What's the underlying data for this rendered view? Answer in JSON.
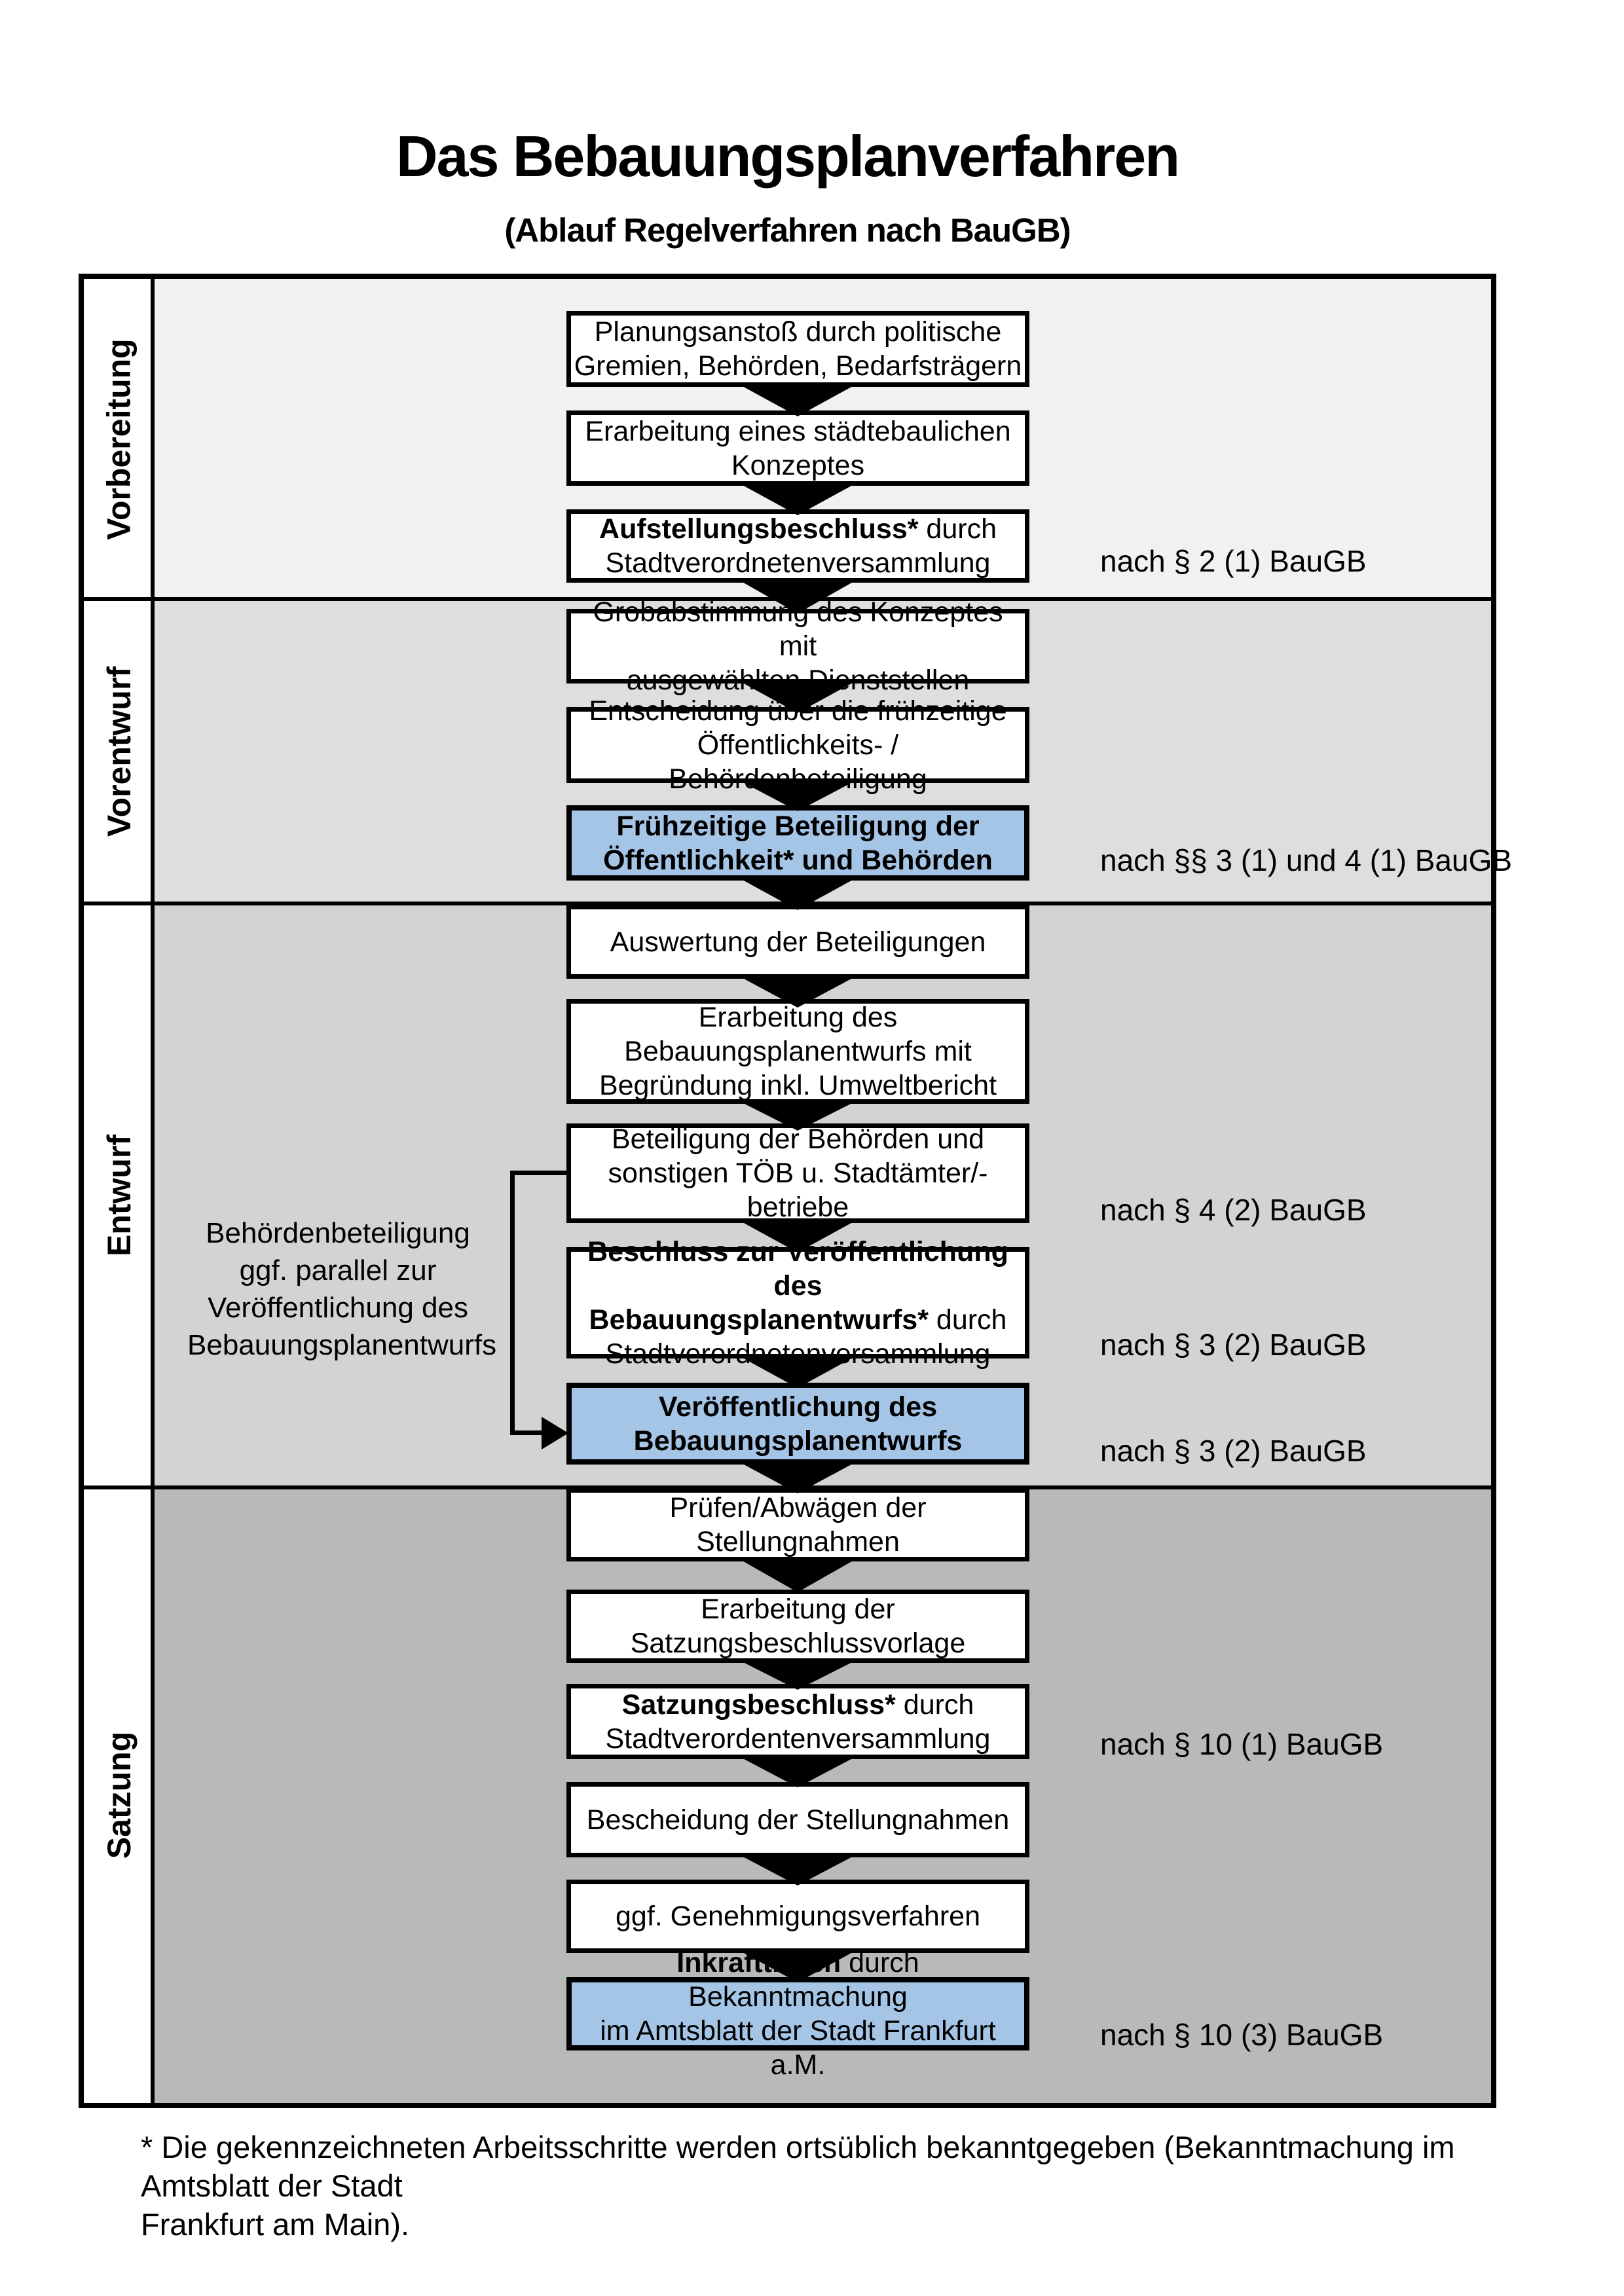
{
  "title": "Das Bebauungsplanverfahren",
  "subtitle": "(Ablauf Regelverfahren nach BauGB)",
  "colors": {
    "band_vorbereitung": "#f1f1f1",
    "band_vorentwurf": "#dedede",
    "band_entwurf": "#d2d3d4",
    "band_satzung": "#b8bab9",
    "highlight_blue": "#a5c5e7",
    "line_black": "#000000"
  },
  "phases": [
    {
      "label": "Vorbereitung"
    },
    {
      "label": "Vorentwurf"
    },
    {
      "label": "Entwurf"
    },
    {
      "label": "Satzung"
    }
  ],
  "boxes": {
    "planungsanstoss": {
      "l1": "Planungsanstoß durch politische",
      "l2": "Gremien, Behörden, Bedarfsträgern"
    },
    "konzept": {
      "l1": "Erarbeitung eines städtebaulichen",
      "l2": "Konzeptes"
    },
    "aufstellungsbeschluss": {
      "bold": "Aufstellungsbeschluss*",
      "rest": " durch",
      "l2": "Stadtverordnetenversammlung"
    },
    "grobabstimmung": {
      "l1": "Grobabstimmung des Konzeptes mit",
      "l2": "ausgewählten Dienststellen"
    },
    "entscheidung": {
      "l1": "Entscheidung über die frühzeitige",
      "l2": "Öffentlichkeits- / Behördenbeteiligung"
    },
    "fruehzeitige_beteiligung": {
      "l1": "Frühzeitige Beteiligung der",
      "l2": "Öffentlichkeit* und Behörden"
    },
    "auswertung": {
      "l1": "Auswertung der Beteiligungen"
    },
    "erarbeitung_entwurf": {
      "l1": "Erarbeitung des",
      "l2": "Bebauungsplanentwurfs mit",
      "l3": "Begründung inkl. Umweltbericht"
    },
    "beteiligung_behoerden": {
      "l1": "Beteiligung der Behörden und",
      "l2": "sonstigen TÖB u. Stadtämter/-betriebe"
    },
    "beschluss_veroeffentlichung": {
      "bold1": "Beschluss zur Veröffentlichung des",
      "bold2": "Bebauungsplanentwurfs*",
      "rest2": " durch",
      "l3": "Stadtverordnetenversammlung"
    },
    "veroeffentlichung": {
      "l1": "Veröffentlichung des",
      "l2": "Bebauungsplanentwurfs"
    },
    "pruefen": {
      "l1": "Prüfen/Abwägen der Stellungnahmen"
    },
    "satzungsvorlage": {
      "l1": "Erarbeitung der",
      "l2": "Satzungsbeschlussvorlage"
    },
    "satzungsbeschluss": {
      "bold": "Satzungsbeschluss*",
      "rest": " durch",
      "l2": "Stadtverordentenversammlung"
    },
    "bescheidung": {
      "l1": "Bescheidung der Stellungnahmen"
    },
    "genehmigung": {
      "l1": "ggf. Genehmigungsverfahren"
    },
    "inkrafttreten": {
      "bold": "Inkrafttreten",
      "rest": " durch Bekanntmachung",
      "l2": "im Amtsblatt der Stadt Frankfurt a.M."
    }
  },
  "refs": [
    "nach § 2 (1) BauGB",
    "nach §§ 3 (1) und 4 (1) BauGB",
    "nach § 4 (2) BauGB",
    "nach § 3 (2) BauGB",
    "nach § 3 (2) BauGB",
    "nach § 10 (1) BauGB",
    "nach § 10 (3) BauGB"
  ],
  "side_note": {
    "l1": "Behördenbeteiligung",
    "l2": "ggf. parallel zur",
    "l3": "Veröffentlichung des",
    "l4": "Bebauungsplanentwurfs"
  },
  "footnote": {
    "l1": "* Die gekennzeichneten Arbeitsschritte werden ortsüblich bekanntgegeben (Bekanntmachung im Amtsblatt  der Stadt",
    "l2": "Frankfurt am Main)."
  }
}
